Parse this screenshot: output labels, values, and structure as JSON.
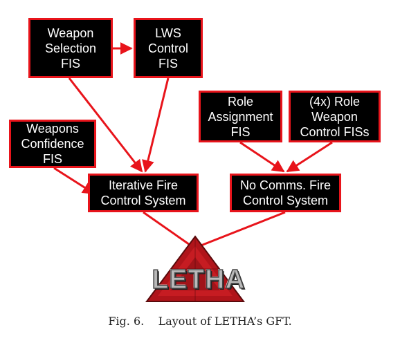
{
  "nodes": {
    "weapon_selection": "Weapon\nSelection\nFIS",
    "lws_control": "LWS\nControl\nFIS",
    "role_assignment": "Role\nAssignment\nFIS",
    "role_weapon_control": "(4x) Role\nWeapon\nControl FISs",
    "weapons_confidence": "Weapons\nConfidence\nFIS",
    "iterative_fire": "Iterative Fire\nControl System",
    "no_comms_fire": "No Comms. Fire\nControl System"
  },
  "logo": {
    "text": "LETHA"
  },
  "caption": {
    "figure": "Fig. 6.",
    "text": "Layout of LETHA’s GFT."
  },
  "colors": {
    "accent": "#e8141b",
    "box_fill": "#000000",
    "box_text": "#ffffff",
    "logo_red": "#b0141a"
  }
}
